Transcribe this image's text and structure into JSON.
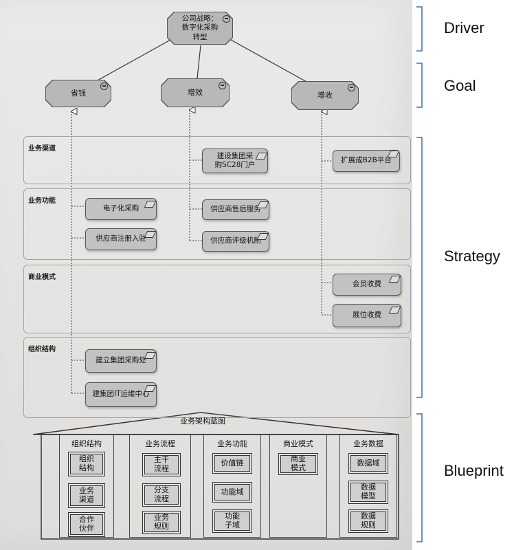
{
  "driver": {
    "label": "公司战略：\n数字化采购\n转型",
    "icon": "target-icon"
  },
  "goals": [
    {
      "label": "省钱"
    },
    {
      "label": "增效"
    },
    {
      "label": "增收"
    }
  ],
  "lanes": [
    {
      "label": "业务渠道"
    },
    {
      "label": "业务功能"
    },
    {
      "label": "商业模式"
    },
    {
      "label": "组织结构"
    }
  ],
  "strategies": [
    {
      "label": "建设集团采\n购SC28门户"
    },
    {
      "label": "扩展成B2B平台"
    },
    {
      "label": "电子化采购"
    },
    {
      "label": "供应商注册入驻"
    },
    {
      "label": "供应商售后服务"
    },
    {
      "label": "供应商评级机制"
    },
    {
      "label": "会员收费"
    },
    {
      "label": "展位收费"
    },
    {
      "label": "建立集团采购处"
    },
    {
      "label": "建集团IT运维中心"
    }
  ],
  "blueprint": {
    "title": "业务架构蓝图",
    "columns": [
      {
        "title": "组织结构",
        "items": [
          "组织\n结构",
          "业务\n渠道",
          "合作\n伙伴"
        ]
      },
      {
        "title": "业务流程",
        "items": [
          "主干\n流程",
          "分支\n流程",
          "业务\n规则"
        ]
      },
      {
        "title": "业务功能",
        "items": [
          "价值链",
          "功能域",
          "功能\n子域"
        ]
      },
      {
        "title": "商业模式",
        "items": [
          "商业\n模式"
        ]
      },
      {
        "title": "业务数据",
        "items": [
          "数据域",
          "数据\n模型",
          "数据\n规则"
        ]
      }
    ]
  },
  "side_labels": {
    "driver": "Driver",
    "goal": "Goal",
    "strategy": "Strategy",
    "blueprint": "Blueprint"
  }
}
